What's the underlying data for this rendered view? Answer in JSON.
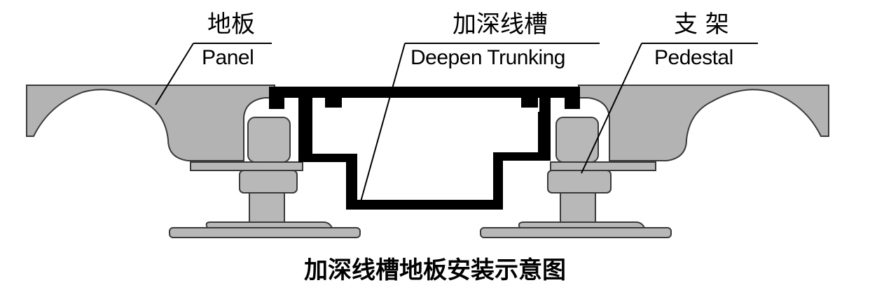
{
  "labels": {
    "panel": {
      "cn": "地板",
      "en": "Panel"
    },
    "trunking": {
      "cn": "加深线槽",
      "en": "Deepen Trunking"
    },
    "pedestal": {
      "cn": "支 架",
      "en": "Pedestal"
    }
  },
  "caption": "加深线槽地板安装示意图",
  "colors": {
    "panel_fill": "#b3b3b3",
    "pedestal_fill": "#b8b8b8",
    "trunking_fill": "#000000",
    "stroke": "#3a3a3a"
  }
}
